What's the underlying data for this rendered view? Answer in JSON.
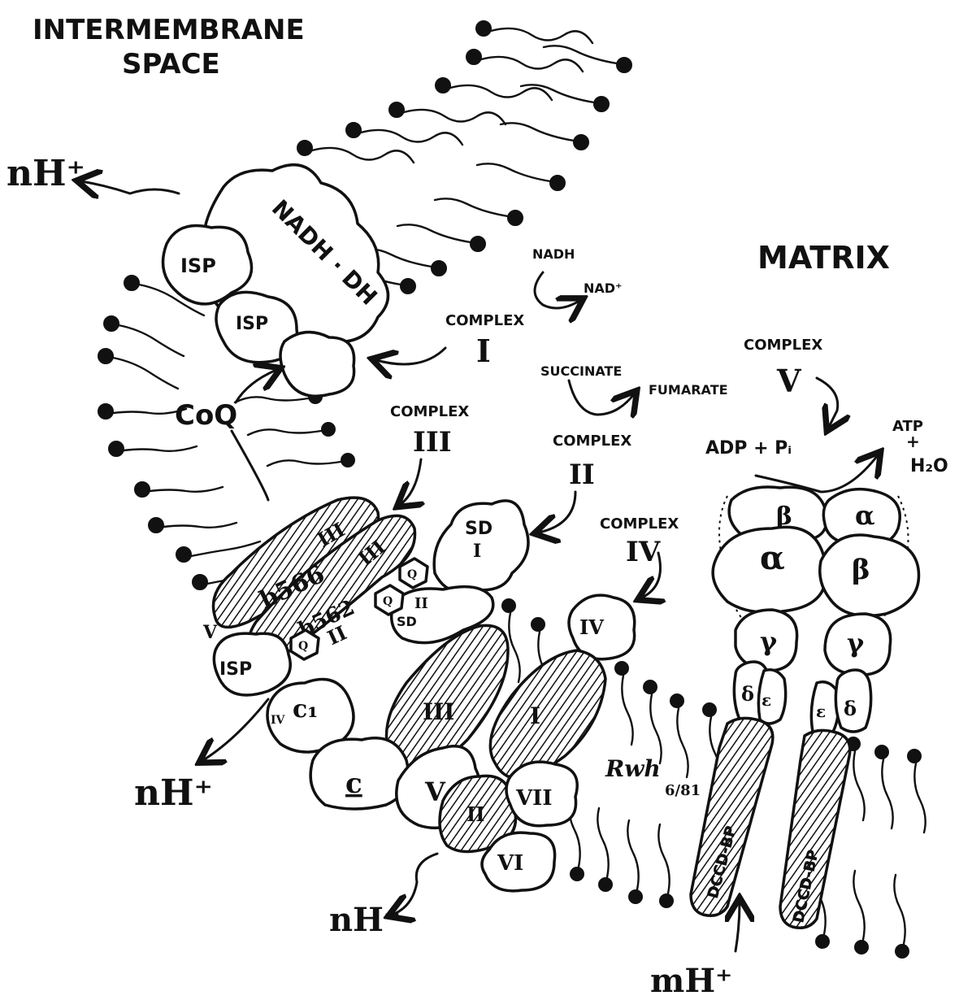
{
  "regions": {
    "intermembrane_space": [
      "INTERMEMBRANE",
      "SPACE"
    ],
    "matrix": "MATRIX"
  },
  "complexes": {
    "complex_word": "COMPLEX",
    "i": "I",
    "ii": "II",
    "iii": "III",
    "iv": "IV",
    "v": "V"
  },
  "reactions": {
    "nadh": "NADH",
    "nad": "NAD⁺",
    "succinate": "SUCCINATE",
    "fumarate": "FUMARATE",
    "adp_pi": "ADP + Pᵢ",
    "atp": "ATP",
    "plus": "+",
    "h2o": "H₂O"
  },
  "protons": {
    "nh": "nH⁺",
    "mh": "mH⁺"
  },
  "subunits": {
    "nadh_dh": "NADH · DH",
    "isp": "ISP",
    "coq": "CoQ",
    "b566": "b566",
    "b562": "b562",
    "roman_iii": "III",
    "roman_ii": "II",
    "roman_i": "I",
    "roman_iv": "IV",
    "roman_v": "V",
    "roman_vi": "VI",
    "roman_vii": "VII",
    "c1": "c₁",
    "c": "c",
    "sd": "SD",
    "q": "Q",
    "alpha": "α",
    "beta": "β",
    "gamma": "γ",
    "delta": "δ",
    "epsilon": "ε",
    "dccd_bp": "DCCD-BP"
  },
  "signature": {
    "initials": "Rwh",
    "date": "6/81"
  }
}
